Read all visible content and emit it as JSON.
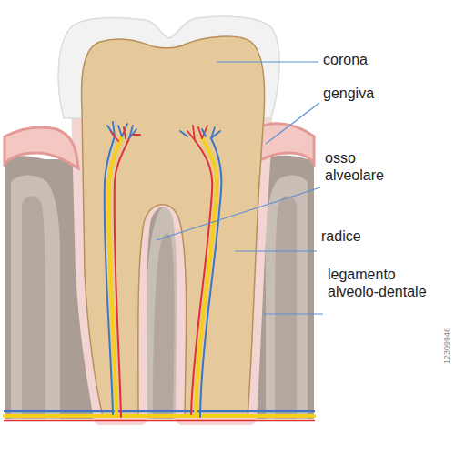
{
  "diagram": {
    "labels": [
      "corona",
      "gengiva",
      "osso alveolare",
      "radice",
      "legamento alveolo-dentale",
      "12309946"
    ]
  }
}
